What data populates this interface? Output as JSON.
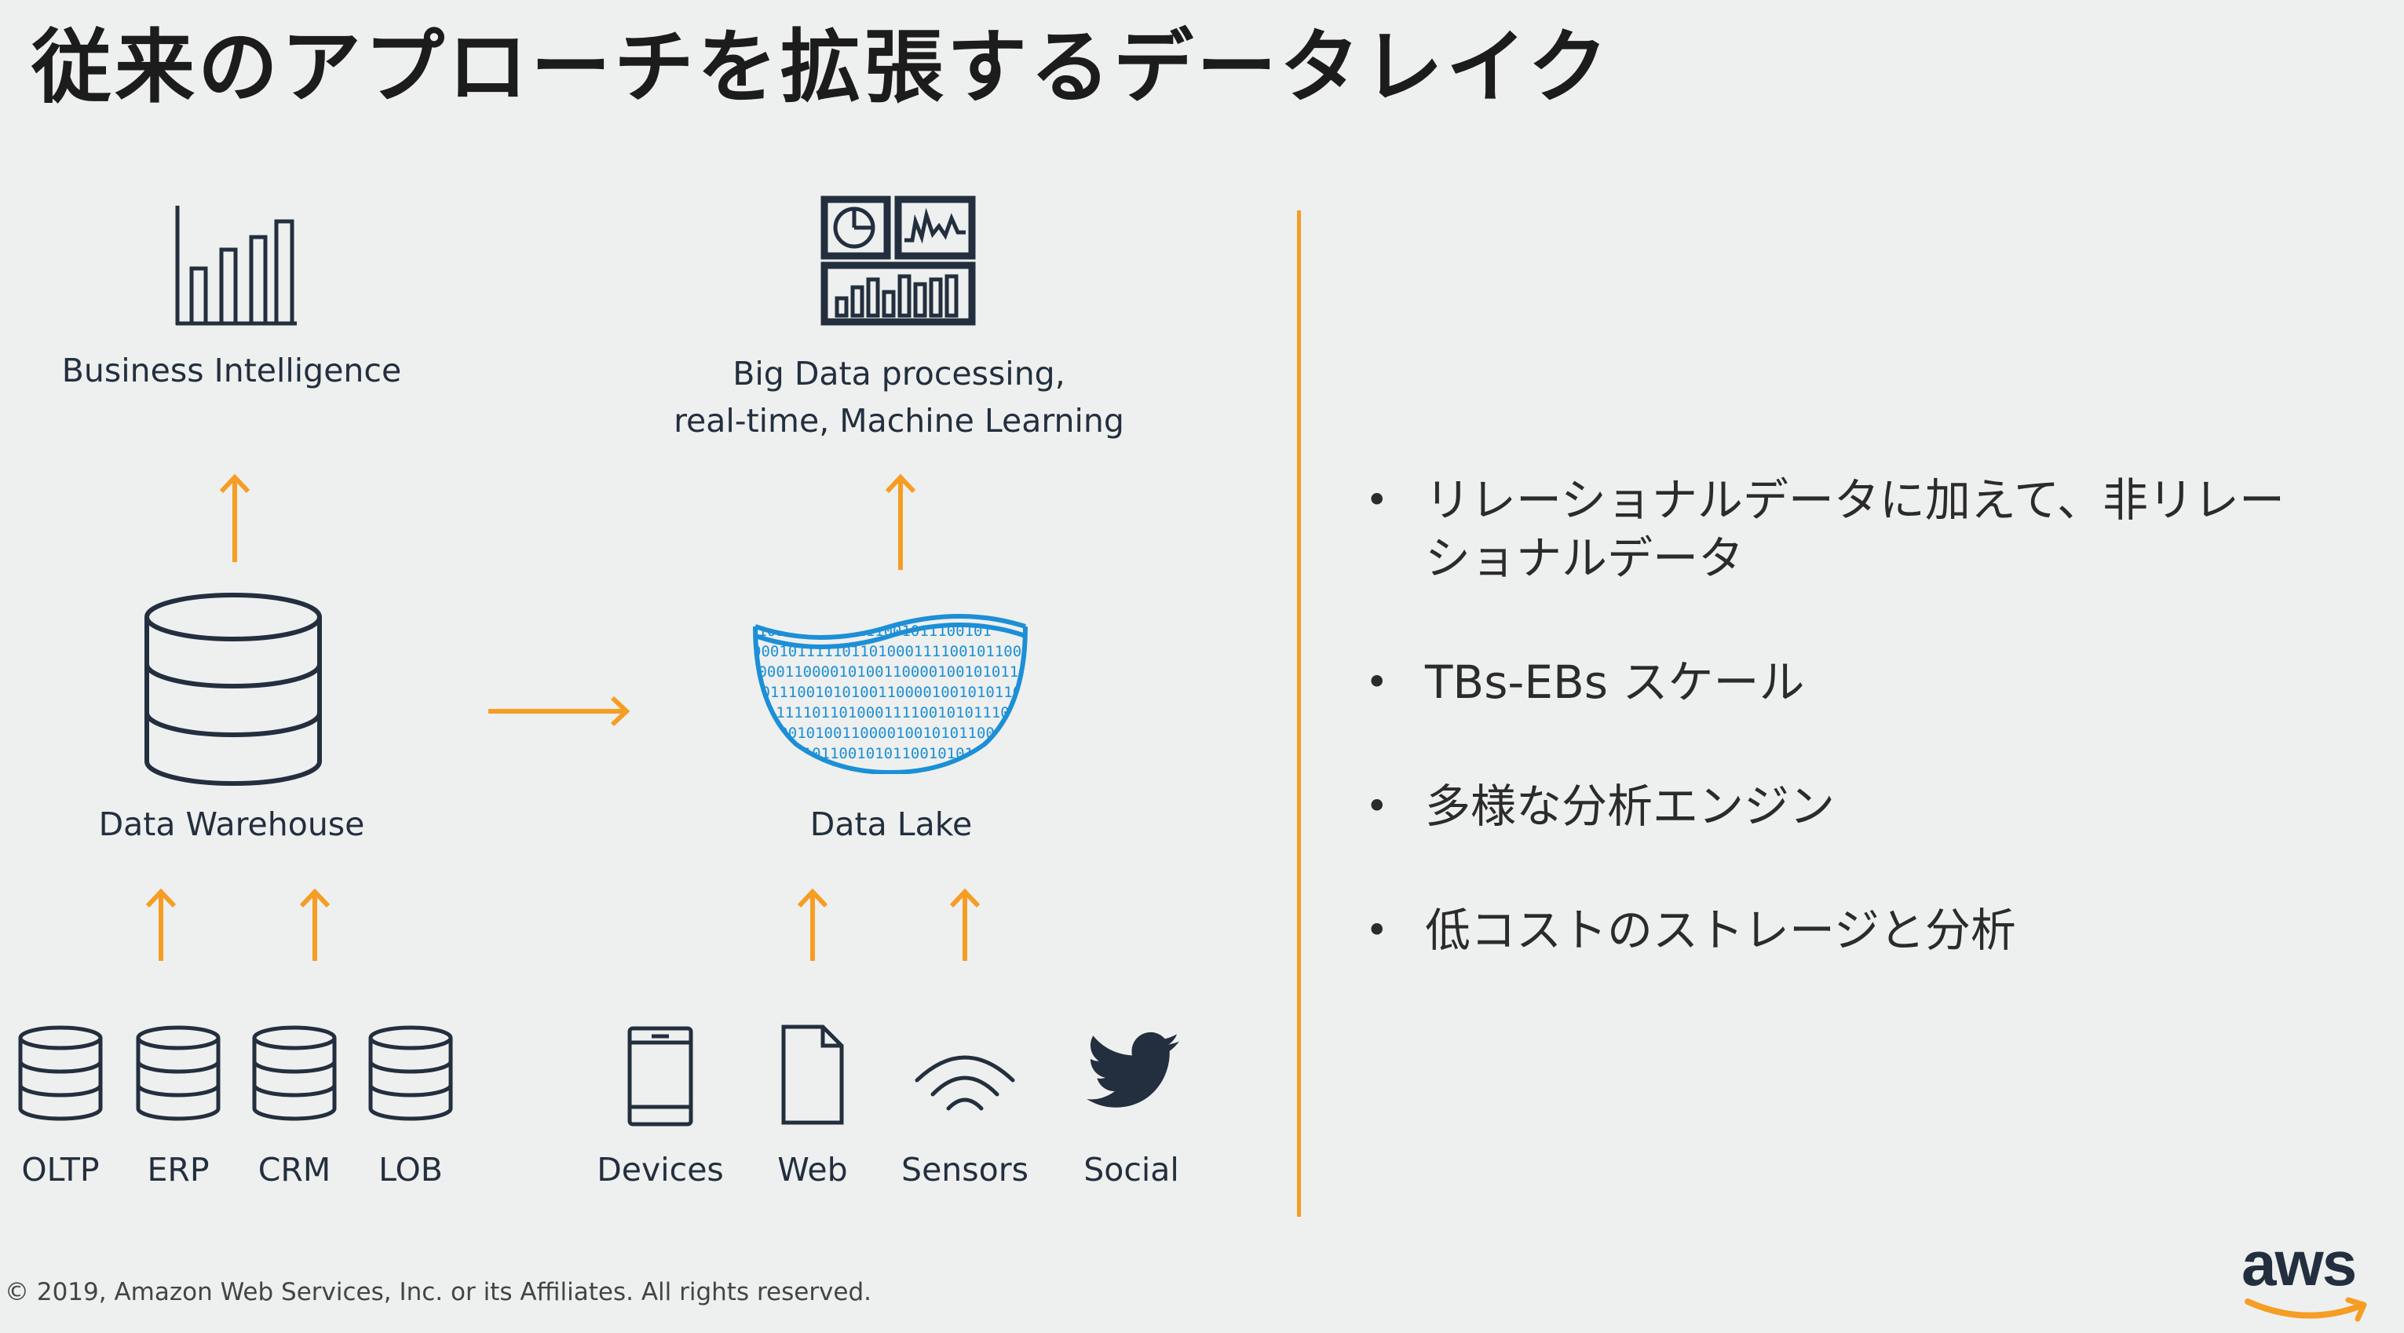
{
  "slide": {
    "title": "従来のアプローチを拡張するデータレイク",
    "copyright": "© 2019, Amazon Web Services, Inc. or its Affiliates. All rights reserved.",
    "logo_text": "aws"
  },
  "diagram": {
    "business_intelligence": "Business Intelligence",
    "big_data_line1": "Big Data processing,",
    "big_data_line2": "real-time, Machine Learning",
    "data_warehouse": "Data Warehouse",
    "data_lake": "Data Lake",
    "sources_left": [
      "OLTP",
      "ERP",
      "CRM",
      "LOB"
    ],
    "sources_right": [
      "Devices",
      "Web",
      "Sensors",
      "Social"
    ]
  },
  "bullets": [
    {
      "line1": "リレーショナルデータに加えて、非リレー",
      "line2": "ショナルデータ"
    },
    {
      "line1": "TBs-EBs スケール",
      "line2": ""
    },
    {
      "line1": "多様な分析エンジン",
      "line2": ""
    },
    {
      "line1": "低コストのストレージと分析",
      "line2": ""
    }
  ],
  "colors": {
    "accent_orange": "#f59d24",
    "icon_navy": "#232f3e",
    "lake_blue": "#1c8fd6",
    "background": "#eef0ef"
  }
}
